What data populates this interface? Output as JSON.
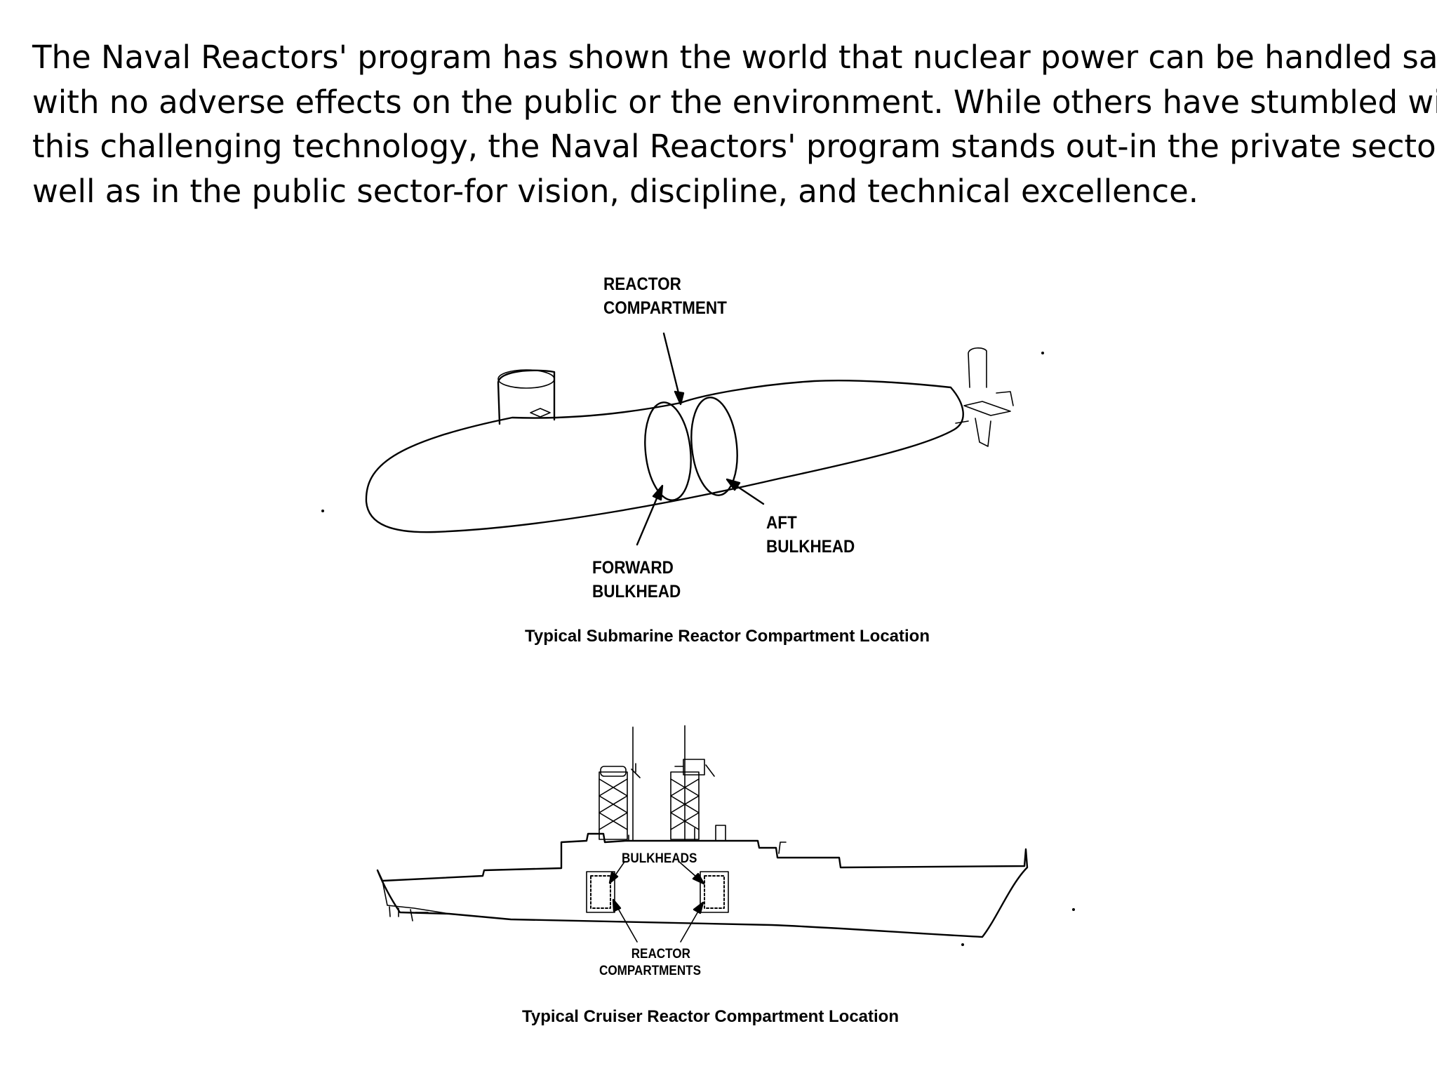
{
  "intro": {
    "lines": [
      "The Naval Reactors' program has shown the world that nuclear power can be handled safely,",
      "with no adverse effects on the public or the environment. While others have stumbled with",
      "this challenging technology, the Naval Reactors' program stands out-in the private sector as",
      "well as in the public sector-for vision, discipline, and technical excellence."
    ]
  },
  "submarine": {
    "label_reactor_compartment": [
      "REACTOR",
      "COMPARTMENT"
    ],
    "label_aft_bulkhead": [
      "AFT",
      "BULKHEAD"
    ],
    "label_forward_bulkhead": [
      "FORWARD",
      "BULKHEAD"
    ],
    "caption": "Typical Submarine Reactor Compartment Location"
  },
  "cruiser": {
    "label_bulkheads": "BULKHEADS",
    "label_reactor_compartments": [
      "REACTOR",
      "COMPARTMENTS"
    ],
    "caption": "Typical Cruiser Reactor Compartment Location"
  }
}
